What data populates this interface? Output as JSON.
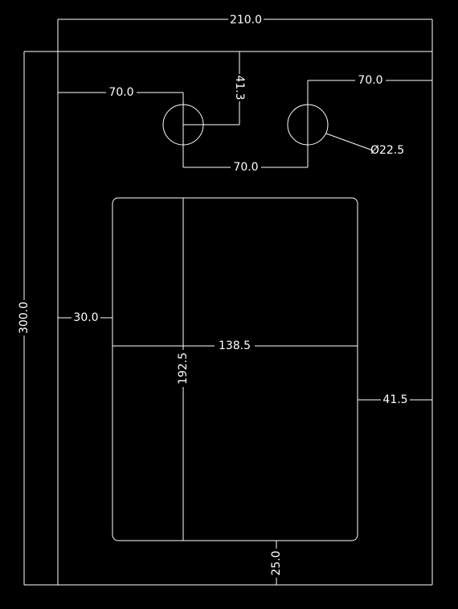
{
  "colors": {
    "background": "#000000",
    "line": "#ffffff"
  },
  "dimensions": {
    "overall_width": "210.0",
    "overall_height": "300.0",
    "hole_left_from_edge": "70.0",
    "hole_top_offset": "41.3",
    "hole_right_from_edge": "70.0",
    "hole_spacing": "70.0",
    "hole_diameter": "Ø22.5",
    "basin_left_offset": "30.0",
    "basin_width": "138.5",
    "basin_height": "192.5",
    "basin_right_offset": "41.5",
    "basin_bottom_offset": "25.0"
  }
}
